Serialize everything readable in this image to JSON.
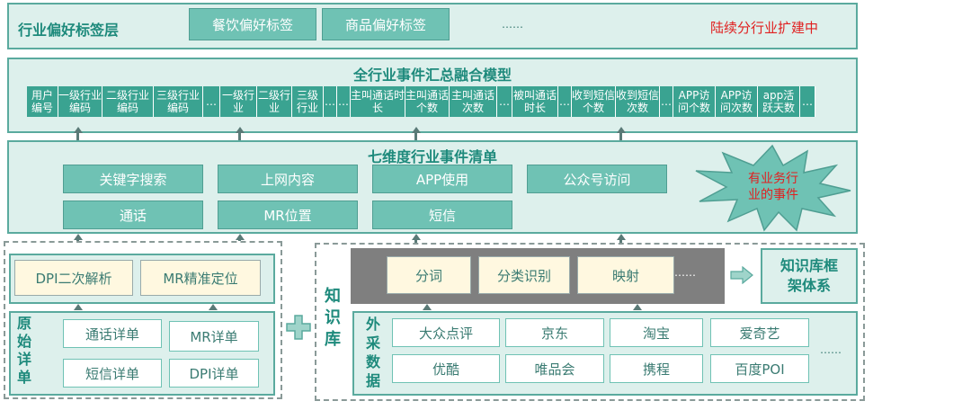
{
  "layer_top": {
    "title": "行业偏好标签层",
    "tags": [
      "餐饮偏好标签",
      "商品偏好标签"
    ],
    "ellipsis": "……",
    "note": "陆续分行业扩建中"
  },
  "layer_model": {
    "title": "全行业事件汇总融合模型",
    "fields": [
      "用户编号",
      "一级行业编码",
      "二级行业编码",
      "三级行业编码",
      "…",
      "一级行业",
      "二级行业",
      "三级行业",
      "…",
      "…",
      "主叫通话时长",
      "主叫通话个数",
      "主叫通话次数",
      "…",
      "被叫通话时长",
      "…",
      "收到短信个数",
      "收到短信次数",
      "…",
      "APP访问个数",
      "APP访问次数",
      "app活跃天数",
      "…"
    ]
  },
  "layer_events": {
    "title": "七维度行业事件清单",
    "row1": [
      "关键字搜索",
      "上网内容",
      "APP使用",
      "公众号访问"
    ],
    "row2": [
      "通话",
      "MR位置",
      "短信"
    ],
    "star_text": "有业务行业的事件"
  },
  "raw": {
    "parse": [
      "DPI二次解析",
      "MR精准定位"
    ],
    "label": "原始详单",
    "details": [
      "通话详单",
      "MR详单",
      "短信详单",
      "DPI详单"
    ]
  },
  "kb": {
    "label": "知识库",
    "process": [
      "分词",
      "分类识别",
      "映射"
    ],
    "process_ellipsis": "……",
    "framework": "知识库框架体系",
    "ext_label": "外采数据",
    "sources_row1": [
      "大众点评",
      "京东",
      "淘宝",
      "爱奇艺"
    ],
    "sources_row2": [
      "优酷",
      "唯品会",
      "携程",
      "百度POI"
    ],
    "sources_ellipsis": "……"
  },
  "colors": {
    "accent": "#1e8a7c",
    "box": "#6fc2b4",
    "note": "#e02020"
  }
}
